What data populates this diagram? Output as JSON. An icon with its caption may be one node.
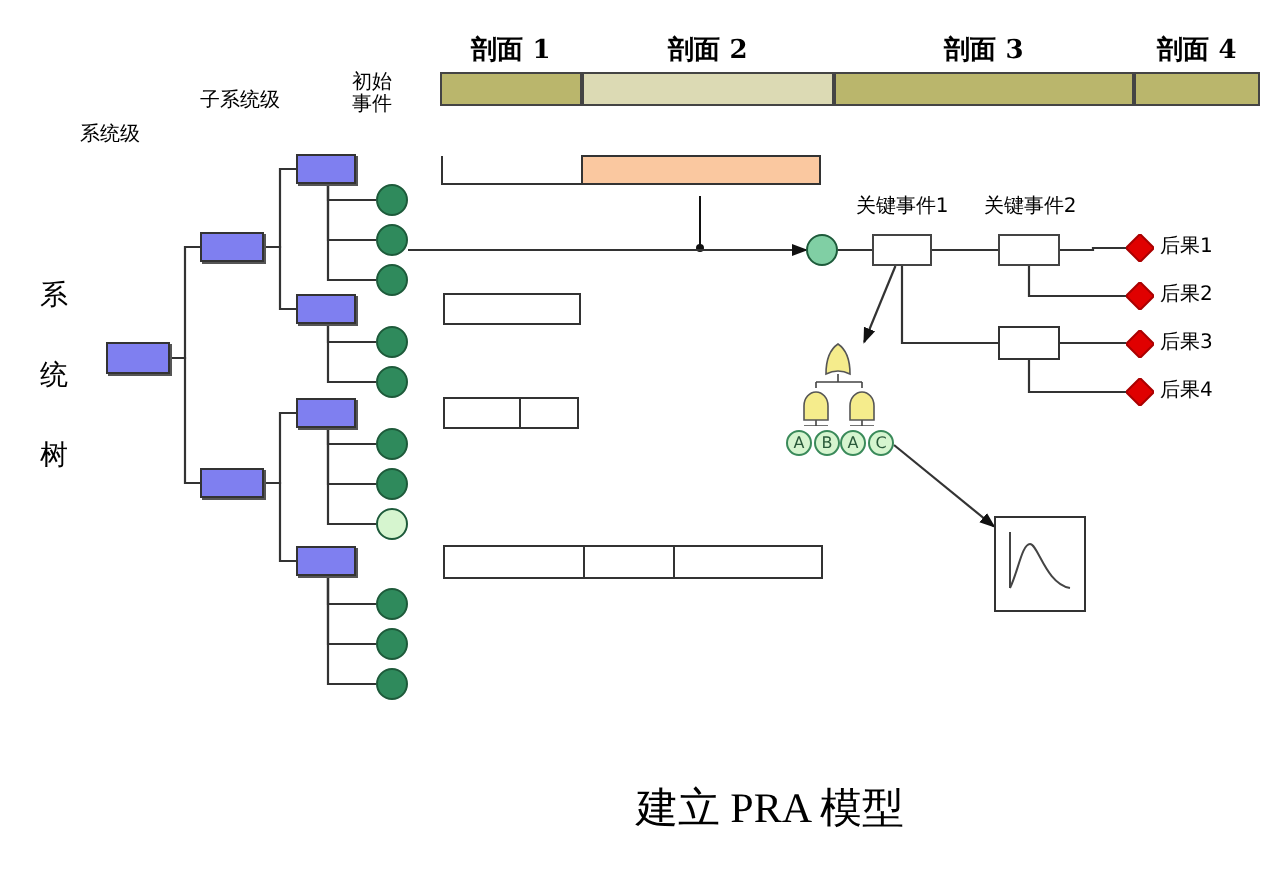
{
  "diagram": {
    "caption": "建立 PRA 模型",
    "nodes": [
      {
        "text": [],
        "shape": "box"
      },
      {
        "text": [],
        "shape": "box"
      },
      {
        "text": [],
        "shape": "box"
      },
      {
        "text": [],
        "shape": "box"
      },
      {
        "text": [],
        "shape": "box"
      },
      {
        "text": [],
        "shape": "box"
      },
      {
        "text": [],
        "shape": "box"
      },
      {
        "text": [],
        "shape": "circle"
      },
      {
        "text": [],
        "shape": "circle"
      },
      {
        "text": [],
        "shape": "circle"
      },
      {
        "text": [],
        "shape": "circle"
      },
      {
        "text": [],
        "shape": "circle"
      },
      {
        "text": [],
        "shape": "circle"
      },
      {
        "text": [],
        "shape": "circle"
      },
      {
        "text": [],
        "shape": "circle"
      },
      {
        "text": [],
        "shape": "circle"
      },
      {
        "text": [],
        "shape": "circle"
      },
      {
        "text": [],
        "shape": "circle"
      },
      {
        "text": [
          "剖面 1"
        ]
      },
      {
        "text": [
          "剖面 2"
        ]
      },
      {
        "text": [
          "剖面 3"
        ]
      },
      {
        "text": [
          "剖面 4"
        ]
      },
      {
        "text": [],
        "shape": "circle"
      },
      {
        "text": [
          "关键事件1"
        ]
      },
      {
        "text": [
          "关键事件2"
        ]
      },
      {
        "text": [],
        "shape": "box"
      },
      {
        "text": [
          "后果1"
        ]
      },
      {
        "text": [
          "后果2"
        ]
      },
      {
        "text": [
          "后果3"
        ]
      },
      {
        "text": [
          "后果4"
        ]
      },
      {
        "text": [
          "A",
          "B",
          "A",
          "C"
        ]
      },
      {
        "text": [],
        "shape": "picture"
      }
    ],
    "edges": [
      {
        "from": 0,
        "to": 1,
        "arrow": "none"
      },
      {
        "from": 0,
        "to": 2,
        "arrow": "none"
      },
      {
        "from": 1,
        "to": 3,
        "arrow": "none"
      },
      {
        "from": 1,
        "to": 4,
        "arrow": "none"
      },
      {
        "from": 2,
        "to": 5,
        "arrow": "none"
      },
      {
        "from": 2,
        "to": 6,
        "arrow": "none"
      },
      {
        "from": 3,
        "to": 7,
        "arrow": "none"
      },
      {
        "from": 3,
        "to": 8,
        "arrow": "none"
      },
      {
        "from": 3,
        "to": 9,
        "arrow": "none"
      },
      {
        "from": 4,
        "to": 10,
        "arrow": "none"
      },
      {
        "from": 4,
        "to": 11,
        "arrow": "none"
      },
      {
        "from": 5,
        "to": 12,
        "arrow": "none"
      },
      {
        "from": 5,
        "to": 13,
        "arrow": "none"
      },
      {
        "from": 5,
        "to": 14,
        "arrow": "none"
      },
      {
        "from": 6,
        "to": 15,
        "arrow": "none"
      },
      {
        "from": 6,
        "to": 16,
        "arrow": "none"
      },
      {
        "from": 6,
        "to": 17,
        "arrow": "none"
      },
      {
        "from": 8,
        "to": 22,
        "arrow": "to"
      },
      {
        "from": 22,
        "to": 23,
        "arrow": "none"
      },
      {
        "from": 23,
        "to": 24,
        "arrow": "none"
      },
      {
        "from": 23,
        "to": 25,
        "arrow": "none"
      },
      {
        "from": 24,
        "to": 26,
        "arrow": "none"
      },
      {
        "from": 24,
        "to": 27,
        "arrow": "none"
      },
      {
        "from": 25,
        "to": 28,
        "arrow": "none"
      },
      {
        "from": 25,
        "to": 29,
        "arrow": "none"
      },
      {
        "from": 23,
        "to": 30,
        "arrow": "to"
      },
      {
        "from": 30,
        "to": 31,
        "arrow": "to"
      }
    ],
    "labels": [
      "系统级",
      "子系统级",
      "初始事件",
      "系统树"
    ]
  }
}
